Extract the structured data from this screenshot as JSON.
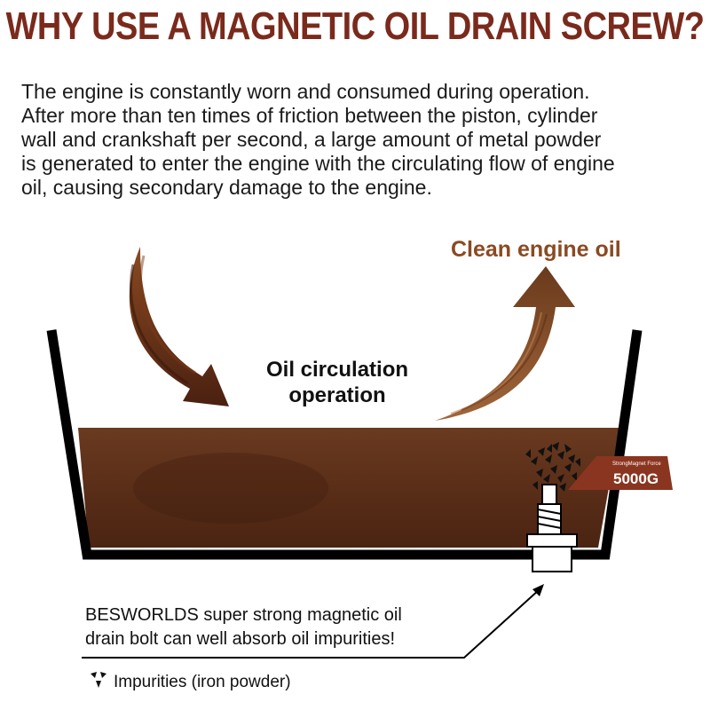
{
  "title": "WHY USE A MAGNETIC OIL DRAIN SCREW?",
  "intro_lines": [
    "The engine is constantly worn and consumed during operation.",
    "After more than ten times of friction between the piston, cylinder",
    "wall and crankshaft per second, a large amount of metal powder",
    "is generated to enter the engine with the circulating flow of engine",
    "oil, causing secondary damage to the engine."
  ],
  "diagram": {
    "clean_oil_label": "Clean engine oil",
    "circulation_label_lines": [
      "Oil circulation",
      "operation"
    ],
    "badge": {
      "small_text": "StrongMagnet Force",
      "big_text": "5000G",
      "color": "#8a3520"
    },
    "oil_color": "#5a2e1a",
    "arrow_color": "#6b3418"
  },
  "note_lines": [
    "BESWORLDS super strong magnetic oil",
    "drain bolt can well absorb oil impurities!"
  ],
  "legend": {
    "icon": "iron-powder-icon",
    "label": "Impurities (iron powder)"
  }
}
